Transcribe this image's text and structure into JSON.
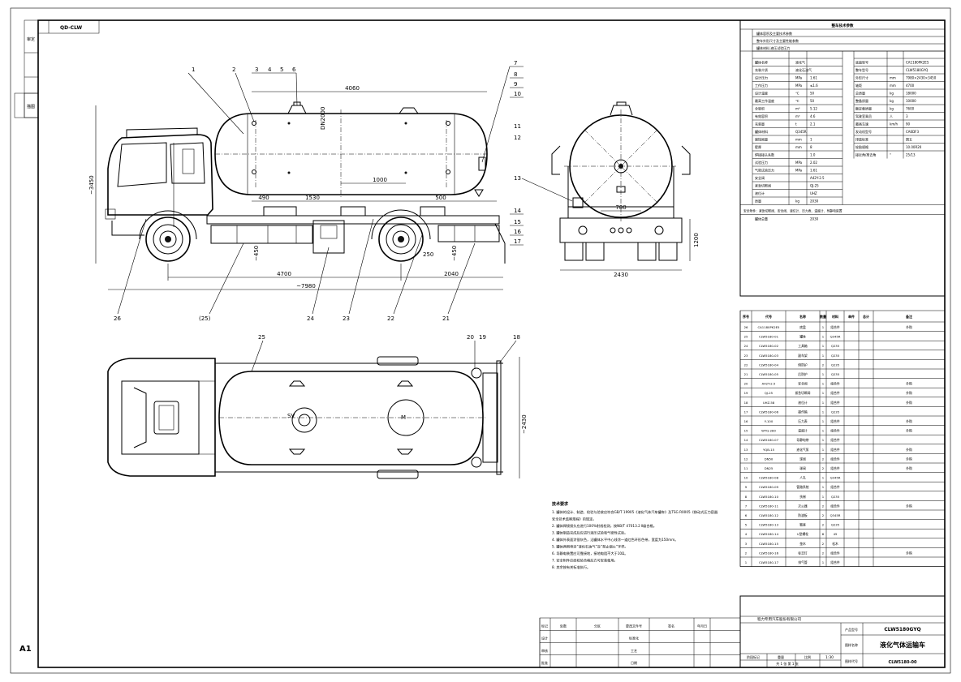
{
  "sheet": {
    "size_label": "A1",
    "drawing_no_stamp": "QD-CLW",
    "left_stamp_top": "审定",
    "left_stamp_bottom": "描图"
  },
  "side_view": {
    "balloons": [
      "1",
      "2",
      "3",
      "4",
      "5",
      "6",
      "7",
      "8",
      "9",
      "10",
      "11",
      "12",
      "13",
      "14",
      "15",
      "16",
      "17",
      "18",
      "19",
      "20",
      "21",
      "22",
      "23",
      "24",
      "(25)",
      "26",
      "25"
    ],
    "dims": {
      "tank_length": "4060",
      "dn": "DN2000",
      "height": "~3450",
      "d490": "490",
      "d1530": "1530",
      "d1000": "1000",
      "d500": "500",
      "d450a": "~450",
      "d450b": "~450",
      "d250": "250",
      "wheelbase": "4700",
      "rear": "2040",
      "overall": "~7980"
    }
  },
  "end_view": {
    "d780": "780",
    "d1200": "1200",
    "d2430": "2430"
  },
  "top_view": {
    "sv_label": "SV",
    "m_label": "M",
    "width": "~2430"
  },
  "param_table": {
    "header": "整车技术参数",
    "sub_rows": [
      "罐体容积及主要技术参数",
      "整车外形尺寸及主要性能参数",
      "罐体材料 液压试验压力"
    ],
    "left_col_rows": [
      [
        "罐体名称",
        "液化气",
        "",
        ""
      ],
      [
        "充装介质",
        "液化石油气",
        "",
        ""
      ],
      [
        "设计压力",
        "MPa",
        "1.61",
        ""
      ],
      [
        "工作压力",
        "MPa",
        "≤1.6",
        ""
      ],
      [
        "设计温度",
        "℃",
        "50",
        ""
      ],
      [
        "最高工作温度",
        "℃",
        "50",
        ""
      ],
      [
        "全容积",
        "m³",
        "5.12",
        ""
      ],
      [
        "有效容积",
        "m³",
        "4.6",
        ""
      ],
      [
        "充装量",
        "t",
        "2.1",
        ""
      ],
      [
        "罐体材料",
        "Q345R",
        "",
        ""
      ],
      [
        "腐蚀裕量",
        "mm",
        "1",
        ""
      ],
      [
        "壁厚",
        "mm",
        "8",
        ""
      ],
      [
        "焊接接头系数",
        "",
        "1.0",
        ""
      ],
      [
        "试验压力",
        "MPa",
        "2.02",
        ""
      ],
      [
        "气密试验压力",
        "MPa",
        "1.61",
        ""
      ],
      [
        "安全阀",
        "",
        "A42Y-2.5",
        ""
      ],
      [
        "紧急切断阀",
        "",
        "QJ-25",
        ""
      ],
      [
        "液位计",
        "",
        "UHZ",
        ""
      ],
      [
        "质量",
        "kg",
        "2030",
        ""
      ]
    ],
    "right_col_rows": [
      [
        "底盘型号",
        "",
        "CA1180PK2E5"
      ],
      [
        "整车型号",
        "",
        "CLW5180GYQ"
      ],
      [
        "外形尺寸",
        "mm",
        "7980×2430×3450"
      ],
      [
        "轴距",
        "mm",
        "4700"
      ],
      [
        "总质量",
        "kg",
        "18000"
      ],
      [
        "整备质量",
        "kg",
        "10000"
      ],
      [
        "额定载质量",
        "kg",
        "7600"
      ],
      [
        "驾驶室乘员",
        "人",
        "3"
      ],
      [
        "最高车速",
        "km/h",
        "90"
      ],
      [
        "发动机型号",
        "",
        "CA6DF3"
      ],
      [
        "排放标准",
        "",
        "国五"
      ],
      [
        "轮胎规格",
        "",
        "10.00R20"
      ],
      [
        "接近角/离去角",
        "°",
        "25/13"
      ]
    ],
    "notes_row": "安全附件：紧急切断阀、安全阀、液位计、压力表、温度计、导静电装置",
    "bottom_label": "罐体总重",
    "bottom_val": "2030"
  },
  "parts_header": [
    "序号",
    "代号",
    "名称",
    "数量",
    "材料",
    "单件",
    "总计",
    "备注"
  ],
  "parts_rows": [
    [
      "26",
      "CA1180PK2E5",
      "底盘",
      "1",
      "组合件",
      "",
      "",
      "外购"
    ],
    [
      "25",
      "CLW5180-01",
      "罐体",
      "1",
      "Q345R",
      "",
      "",
      ""
    ],
    [
      "24",
      "CLW5180-02",
      "工具箱",
      "1",
      "Q235",
      "",
      "",
      ""
    ],
    [
      "23",
      "CLW5180-03",
      "副车架",
      "1",
      "Q235",
      "",
      "",
      ""
    ],
    [
      "22",
      "CLW5180-04",
      "侧防护",
      "2",
      "Q235",
      "",
      "",
      ""
    ],
    [
      "21",
      "CLW5180-05",
      "后防护",
      "1",
      "Q235",
      "",
      "",
      ""
    ],
    [
      "20",
      "A42Y-2.5",
      "安全阀",
      "1",
      "组合件",
      "",
      "",
      "外购"
    ],
    [
      "19",
      "QJ-25",
      "紧急切断阀",
      "1",
      "组合件",
      "",
      "",
      "外购"
    ],
    [
      "18",
      "UHZ-58",
      "液位计",
      "1",
      "组合件",
      "",
      "",
      "外购"
    ],
    [
      "17",
      "CLW5180-06",
      "操作箱",
      "1",
      "Q235",
      "",
      "",
      ""
    ],
    [
      "16",
      "Y-100",
      "压力表",
      "1",
      "组合件",
      "",
      "",
      "外购"
    ],
    [
      "15",
      "WTQ-280",
      "温度计",
      "1",
      "组合件",
      "",
      "",
      "外购"
    ],
    [
      "14",
      "CLW5180-07",
      "导静电带",
      "1",
      "组合件",
      "",
      "",
      ""
    ],
    [
      "13",
      "YQB-15",
      "液化气泵",
      "1",
      "组合件",
      "",
      "",
      "外购"
    ],
    [
      "12",
      "DN50",
      "球阀",
      "2",
      "组合件",
      "",
      "",
      "外购"
    ],
    [
      "11",
      "DN25",
      "球阀",
      "2",
      "组合件",
      "",
      "",
      "外购"
    ],
    [
      "10",
      "CLW5180-08",
      "人孔",
      "1",
      "Q345R",
      "",
      "",
      ""
    ],
    [
      "9",
      "CLW5180-09",
      "管路系统",
      "1",
      "组合件",
      "",
      "",
      ""
    ],
    [
      "8",
      "CLW5180-10",
      "扶梯",
      "1",
      "Q235",
      "",
      "",
      ""
    ],
    [
      "7",
      "CLW5180-11",
      "灭火器",
      "2",
      "组合件",
      "",
      "",
      "外购"
    ],
    [
      "6",
      "CLW5180-12",
      "防波板",
      "2",
      "Q345R",
      "",
      "",
      ""
    ],
    [
      "5",
      "CLW5180-13",
      "鞍座",
      "2",
      "Q235",
      "",
      "",
      ""
    ],
    [
      "4",
      "CLW5180-14",
      "U型螺栓",
      "8",
      "45",
      "",
      "",
      ""
    ],
    [
      "3",
      "CLW5180-15",
      "垫木",
      "2",
      "松木",
      "",
      "",
      ""
    ],
    [
      "2",
      "CLW5180-16",
      "标志灯",
      "2",
      "组合件",
      "",
      "",
      "外购"
    ],
    [
      "1",
      "CLW5180-17",
      "排气管",
      "1",
      "组合件",
      "",
      "",
      ""
    ]
  ],
  "tech_notes": {
    "title": "技术要求",
    "lines": [
      "1. 罐体的设计、制造、检验与验收应符合GB/T 19905《液化气体汽车罐车》及TSG R0005《移动式压力容器安全技术监察规程》的规定。",
      "2. 罐体焊接接头应进行100%射线检测，按NB/T 47013.2 Ⅱ级合格。",
      "3. 罐体制造完成后应进行液压试验和气密性试验。",
      "4. 罐体外表面涂银灰色，沿罐体水平中心线涂一道红色环形色带，宽度为150mm。",
      "5. 罐体两侧喷涂“液化石油气”及“禁止烟火”字样。",
      "6. 导静电装置应可靠接地，接地电阻不大于10Ω。",
      "7. 安全附件应经校验合格后方可安装使用。",
      "8. 其余按有关标准执行。"
    ]
  },
  "revision_table": {
    "rows": [
      [
        "标记",
        "处数",
        "分区",
        "更改文件号",
        "签名",
        "年月日"
      ],
      [
        "设计",
        "",
        "",
        "标准化",
        "",
        ""
      ],
      [
        "审核",
        "",
        "",
        "工艺",
        "",
        ""
      ],
      [
        "批准",
        "",
        "",
        "日期",
        "",
        ""
      ]
    ]
  },
  "title_block": {
    "company": "程力专用汽车股份有限公司",
    "product_name": "液化气体运输车",
    "model_label": "产品型号",
    "model_value": "CLW5180GYQ",
    "name_label": "图样名称",
    "drawing_no_label": "图样代号",
    "drawing_no": "CLW5180-00",
    "stage_label": "阶段标记",
    "weight_label": "重量",
    "scale_label": "比例",
    "scale_value": "1:30",
    "sheet_label": "共 1 张  第 1 张"
  }
}
